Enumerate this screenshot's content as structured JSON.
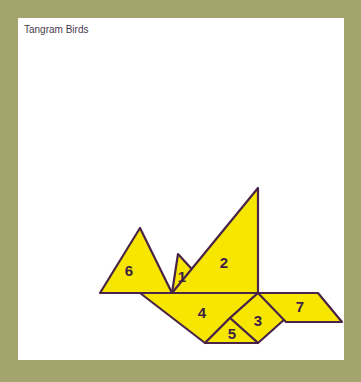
{
  "diagram": {
    "title": "Tangram Birds",
    "nodes": [
      {
        "text": [
          "6"
        ]
      },
      {
        "text": [
          "1"
        ]
      },
      {
        "text": [
          "2"
        ]
      },
      {
        "text": [
          "4"
        ]
      },
      {
        "text": [
          "3"
        ]
      },
      {
        "text": [
          "7"
        ]
      },
      {
        "text": [
          "5"
        ]
      }
    ]
  }
}
